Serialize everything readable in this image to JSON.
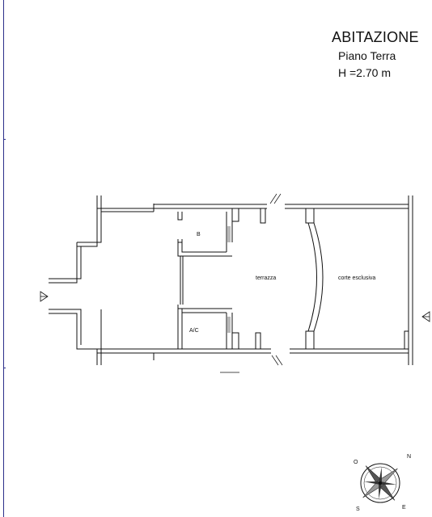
{
  "header": {
    "title": "ABITAZIONE",
    "floor": "Piano Terra",
    "height": "H =2.70 m"
  },
  "rooms": {
    "bath": "B",
    "ac": "A/C",
    "terrace": "terrazza",
    "courtyard": "corte esclusiva"
  },
  "compass": {
    "north": "N",
    "east": "E",
    "south": "S",
    "west": "O"
  },
  "colors": {
    "wall": "#111111",
    "accent_rule": "#2b2f8a"
  }
}
